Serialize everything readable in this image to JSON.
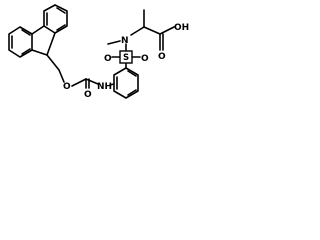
{
  "structure": {
    "atoms": {
      "ester_O": "O",
      "carbonyl_O": "O",
      "nh": "NH",
      "s": "S",
      "so2_O_left": "O",
      "so2_O_right": "O",
      "n": "N",
      "oh": "OH",
      "acid_O": "O"
    }
  }
}
